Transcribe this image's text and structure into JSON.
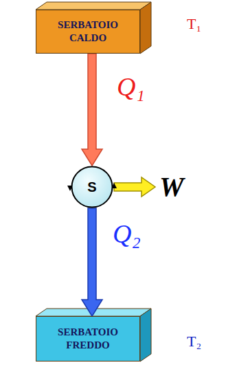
{
  "diagram": {
    "nodes": [
      {
        "text": [
          "SERBATOIO CALDO"
        ]
      },
      {
        "text": [
          "S"
        ]
      },
      {
        "text": [
          "SERBATOIO FREDDO"
        ]
      }
    ],
    "edges": [
      {
        "from": 0,
        "to": 1,
        "arrow": "to",
        "label": "Q₁"
      },
      {
        "from": 1,
        "to": 2,
        "arrow": "to",
        "label": "Q₂"
      }
    ],
    "labels": [
      "T₁",
      "T₂",
      "W"
    ]
  }
}
